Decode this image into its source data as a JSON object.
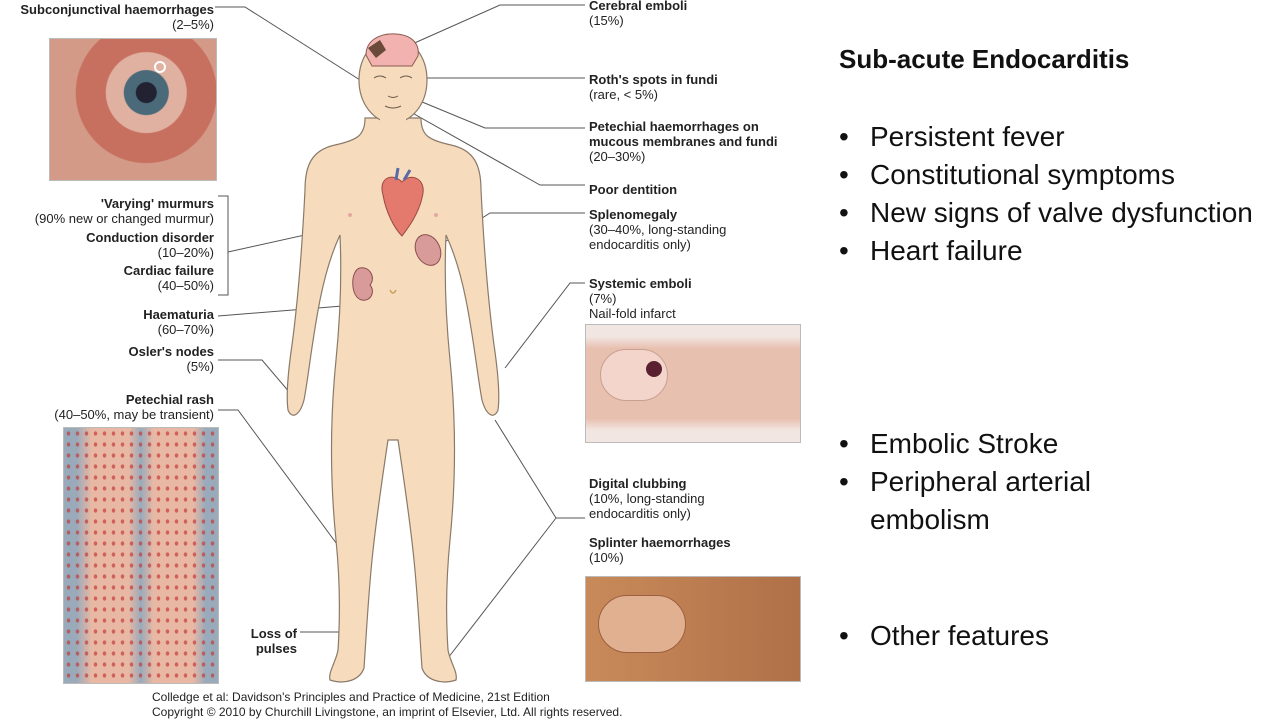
{
  "labels": {
    "subconjunctival": {
      "title": "Subconjunctival haemorrhages",
      "sub": "(2–5%)"
    },
    "cerebral": {
      "title": "Cerebral emboli",
      "sub": "(15%)"
    },
    "roth": {
      "title": "Roth's spots in fundi",
      "sub": "(rare, < 5%)"
    },
    "petechial_mucous": {
      "title1": "Petechial haemorrhages on",
      "title2": "mucous membranes and fundi",
      "sub": "(20–30%)"
    },
    "dentition": {
      "title": "Poor dentition"
    },
    "murmurs": {
      "title": "'Varying' murmurs",
      "sub": "(90% new or changed murmur)"
    },
    "conduction": {
      "title": "Conduction disorder",
      "sub": "(10–20%)"
    },
    "cardiac_failure": {
      "title": "Cardiac failure",
      "sub": "(40–50%)"
    },
    "splenomegaly": {
      "title": "Splenomegaly",
      "sub1": "(30–40%, long-standing",
      "sub2": "endocarditis only)"
    },
    "haematuria": {
      "title": "Haematuria",
      "sub": "(60–70%)"
    },
    "systemic": {
      "title": "Systemic emboli",
      "sub1": "(7%)",
      "sub2": "Nail-fold infarct"
    },
    "osler": {
      "title": "Osler's nodes",
      "sub": "(5%)"
    },
    "petechial_rash": {
      "title": "Petechial rash",
      "sub": "(40–50%, may be transient)"
    },
    "clubbing": {
      "title": "Digital clubbing",
      "sub1": "(10%, long-standing",
      "sub2": "endocarditis only)"
    },
    "splinter": {
      "title": "Splinter haemorrhages",
      "sub": "(10%)"
    },
    "pulses": {
      "title1": "Loss of",
      "title2": "pulses"
    }
  },
  "credits": {
    "line1": "Colledge et al: Davidson's Principles and Practice of Medicine, 21st Edition",
    "line2": "Copyright © 2010 by Churchill Livingstone, an imprint of Elsevier, Ltd. All rights reserved."
  },
  "slide": {
    "title": "Sub-acute Endocarditis",
    "group1": [
      "Persistent fever",
      "Constitutional symptoms",
      "New signs of valve dysfunction",
      "Heart failure"
    ],
    "group2": [
      "Embolic Stroke",
      "Peripheral arterial embolism"
    ],
    "group3": [
      "Other features"
    ]
  },
  "colors": {
    "skin": "#f6dcbc",
    "skin_outline": "#8a7a6a",
    "heart": "#e4796e",
    "organ": "#d99a9a",
    "brain": "#f2b3b0"
  }
}
